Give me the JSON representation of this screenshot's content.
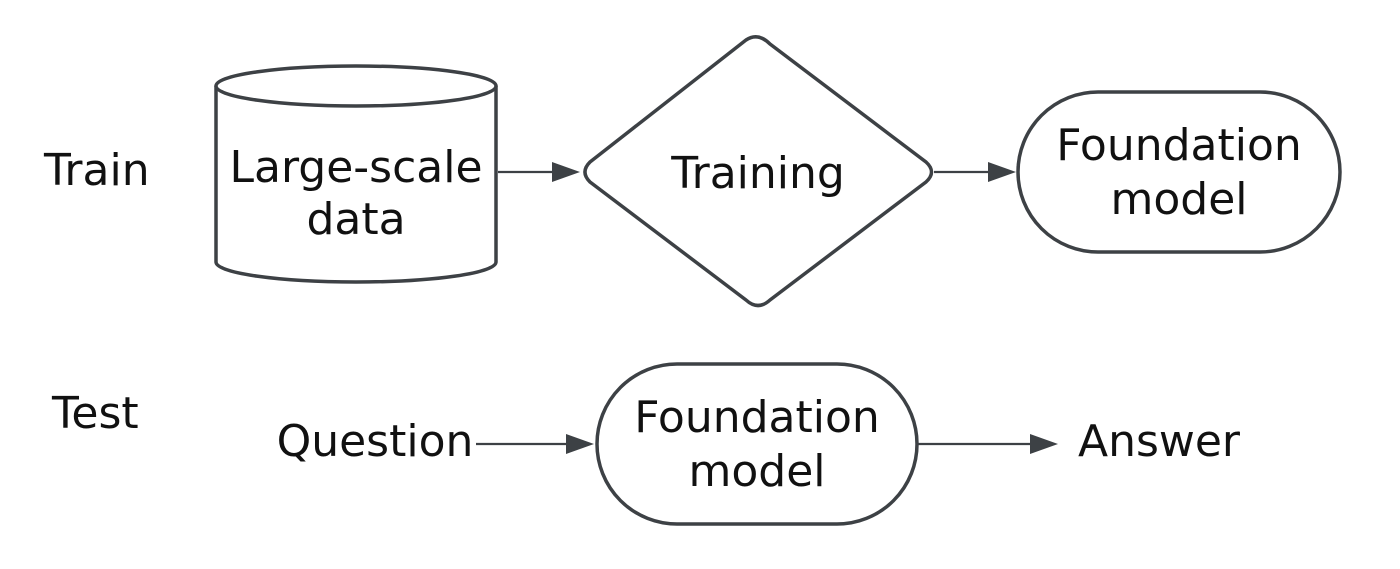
{
  "rows": {
    "train": "Train",
    "test": "Test"
  },
  "train_flow": {
    "data_store": {
      "line1": "Large-scale",
      "line2": "data"
    },
    "process": "Training",
    "output": {
      "line1": "Foundation",
      "line2": "model"
    }
  },
  "test_flow": {
    "input": "Question",
    "model": {
      "line1": "Foundation",
      "line2": "model"
    },
    "output": "Answer"
  },
  "colors": {
    "stroke": "#3d4145",
    "text": "#111111",
    "background": "#ffffff"
  }
}
